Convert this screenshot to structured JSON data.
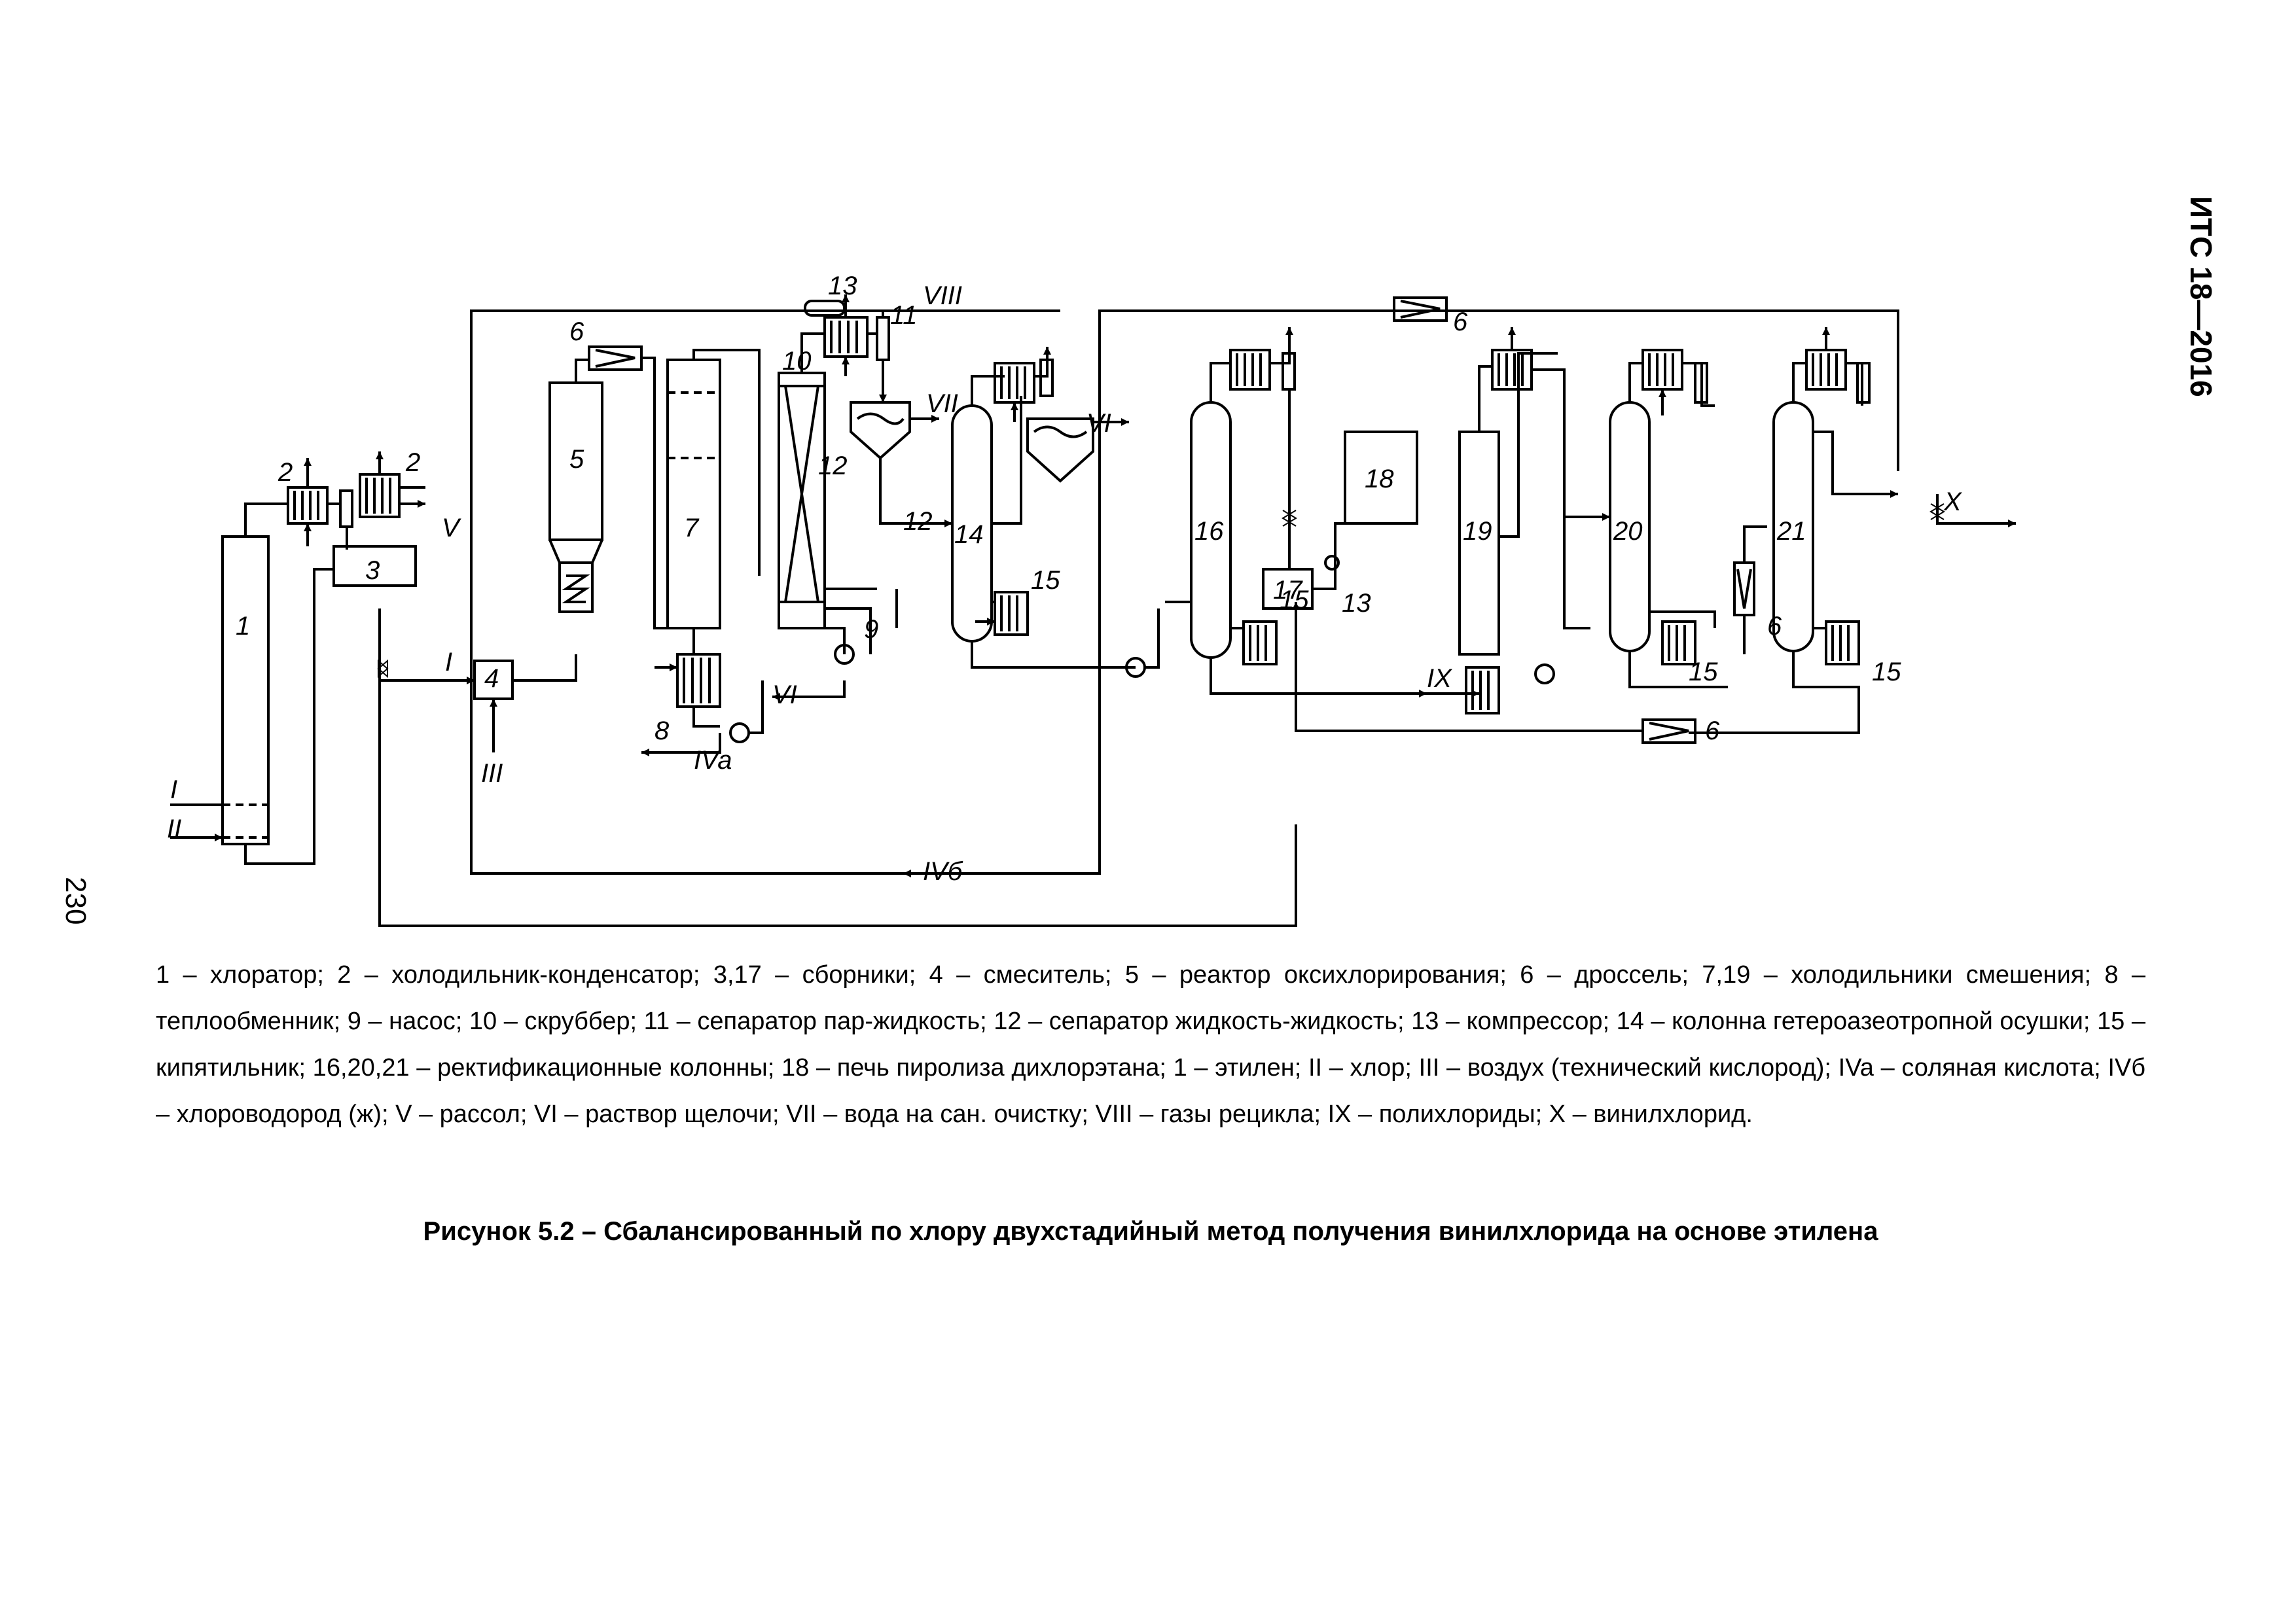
{
  "header": {
    "doc_code": "ИТС 18—2016",
    "page_number": "230"
  },
  "diagram": {
    "equipment_numbers": [
      "1",
      "2",
      "3",
      "4",
      "5",
      "6",
      "7",
      "8",
      "9",
      "10",
      "11",
      "12",
      "13",
      "14",
      "15",
      "16",
      "17",
      "18",
      "19",
      "20",
      "21"
    ],
    "stream_labels": [
      "I",
      "II",
      "III",
      "IVa",
      "IVб",
      "V",
      "VI",
      "VII",
      "VIII",
      "IX",
      "X"
    ]
  },
  "caption": {
    "legend": "1 – хлоратор; 2 – холодильник-конденсатор; 3,17 – сборники; 4 – смеситель; 5 – реактор оксихлорирования; 6 – дроссель; 7,19 – холодильники смешения; 8 – теплообменник; 9 – насос; 10 – скруббер; 11 – сепаратор пар-жидкость; 12 – сепаратор жидкость-жидкость; 13 – компрессор; 14 – колонна гетероазеотропной осушки; 15 – кипятильник; 16,20,21 – ректификационные колонны; 18 – печь пиролиза дихлорэтана; 1 – этилен; II – хлор; III – воздух (технический кислород); IVa – соляная кислота; IVб – хлороводород (ж); V – рассол; VI – раствор щелочи; VII – вода на сан. очистку; VIII – газы рецикла; IX – полихлориды; X – винилхлорид.",
    "figure_title": "Рисунок 5.2 – Сбалансированный по хлору двухстадийный метод получения винилхлорида на основе этилена"
  }
}
